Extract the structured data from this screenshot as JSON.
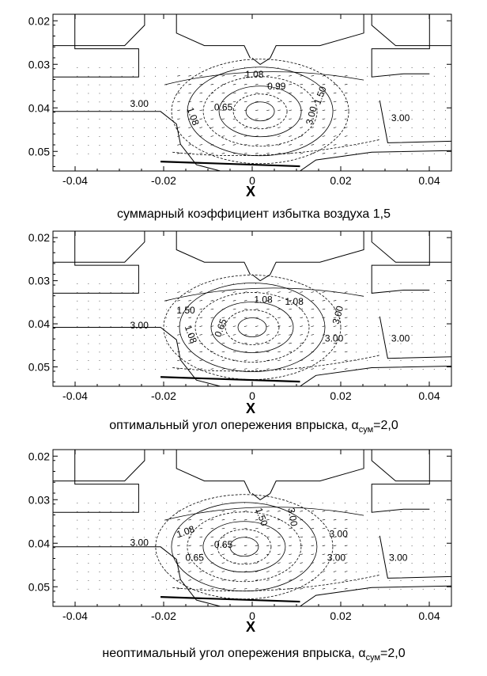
{
  "chart_data": [
    {
      "type": "contour",
      "xlabel": "X",
      "caption": "суммарный коэффициент избытка воздуха 1,5",
      "x_ticks": [
        "-0.04",
        "-0.02",
        "0",
        "0.02",
        "0.04"
      ],
      "y_ticks": [
        "0.02",
        "0.03",
        "0.04",
        "0.05"
      ],
      "xlim": [
        -0.045,
        0.045
      ],
      "ylim": [
        0.0545,
        0.0185
      ],
      "contour_labels": [
        {
          "text": "1.08",
          "x": 0.0005,
          "y": 0.0325
        },
        {
          "text": "0.99",
          "x": 0.0055,
          "y": 0.0352
        },
        {
          "text": "1.50",
          "x": 0.0155,
          "y": 0.0372,
          "rotate": -70
        },
        {
          "text": "3.00",
          "x": -0.0255,
          "y": 0.0392
        },
        {
          "text": "0.65",
          "x": -0.0065,
          "y": 0.04
        },
        {
          "text": "1.08",
          "x": -0.0135,
          "y": 0.042,
          "rotate": 70
        },
        {
          "text": "3.00",
          "x": 0.0135,
          "y": 0.0418,
          "rotate": -75
        },
        {
          "text": "3.00",
          "x": 0.0335,
          "y": 0.0425
        }
      ]
    },
    {
      "type": "contour",
      "xlabel": "X",
      "caption": "оптимальный угол опережения впрыска, ",
      "caption_symbol": "α",
      "caption_sub": "сум",
      "caption_tail": "=2,0",
      "x_ticks": [
        "-0.04",
        "-0.02",
        "0",
        "0.02",
        "0.04"
      ],
      "y_ticks": [
        "0.02",
        "0.03",
        "0.04",
        "0.05"
      ],
      "xlim": [
        -0.045,
        0.045
      ],
      "ylim": [
        0.0545,
        0.0185
      ],
      "contour_labels": [
        {
          "text": "1.08",
          "x": 0.0025,
          "y": 0.0345
        },
        {
          "text": "1.08",
          "x": 0.0095,
          "y": 0.035
        },
        {
          "text": "1.50",
          "x": -0.015,
          "y": 0.037
        },
        {
          "text": "3.00",
          "x": -0.0255,
          "y": 0.0405
        },
        {
          "text": "0.65",
          "x": -0.007,
          "y": 0.041,
          "rotate": -70
        },
        {
          "text": "1.08",
          "x": -0.014,
          "y": 0.0425,
          "rotate": 70
        },
        {
          "text": "3.00",
          "x": 0.0195,
          "y": 0.038,
          "rotate": -75
        },
        {
          "text": "3.00",
          "x": 0.0185,
          "y": 0.0435
        },
        {
          "text": "3.00",
          "x": 0.0335,
          "y": 0.0435
        }
      ]
    },
    {
      "type": "contour",
      "xlabel": "X",
      "caption": "неоптимальный угол опережения впрыска, ",
      "caption_symbol": "α",
      "caption_sub": "сум",
      "caption_tail": "=2,0",
      "x_ticks": [
        "-0.04",
        "-0.02",
        "0",
        "0.02",
        "0.04"
      ],
      "y_ticks": [
        "0.02",
        "0.03",
        "0.04",
        "0.05"
      ],
      "xlim": [
        -0.045,
        0.045
      ],
      "ylim": [
        0.0545,
        0.0185
      ],
      "contour_labels": [
        {
          "text": "1.50",
          "x": 0.002,
          "y": 0.034,
          "rotate": 70
        },
        {
          "text": "3.00",
          "x": 0.009,
          "y": 0.034,
          "rotate": 80
        },
        {
          "text": "1.08",
          "x": -0.015,
          "y": 0.0375,
          "rotate": -20
        },
        {
          "text": "3.00",
          "x": 0.0195,
          "y": 0.038
        },
        {
          "text": "3.00",
          "x": -0.0255,
          "y": 0.04
        },
        {
          "text": "0.65",
          "x": -0.0065,
          "y": 0.0405
        },
        {
          "text": "0.65",
          "x": -0.013,
          "y": 0.0435
        },
        {
          "text": "3.00",
          "x": 0.019,
          "y": 0.0435
        },
        {
          "text": "3.00",
          "x": 0.033,
          "y": 0.0435
        }
      ]
    }
  ]
}
